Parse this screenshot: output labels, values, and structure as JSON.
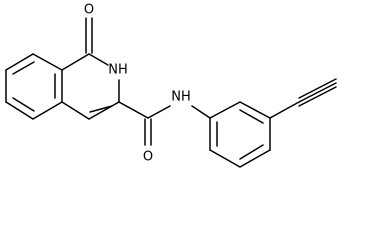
{
  "molecule": {
    "atoms": {
      "carbonyl_oxygen_top": "O",
      "ring_nh": "NH",
      "amide_nh": "NH",
      "amide_oxygen": "O"
    }
  }
}
